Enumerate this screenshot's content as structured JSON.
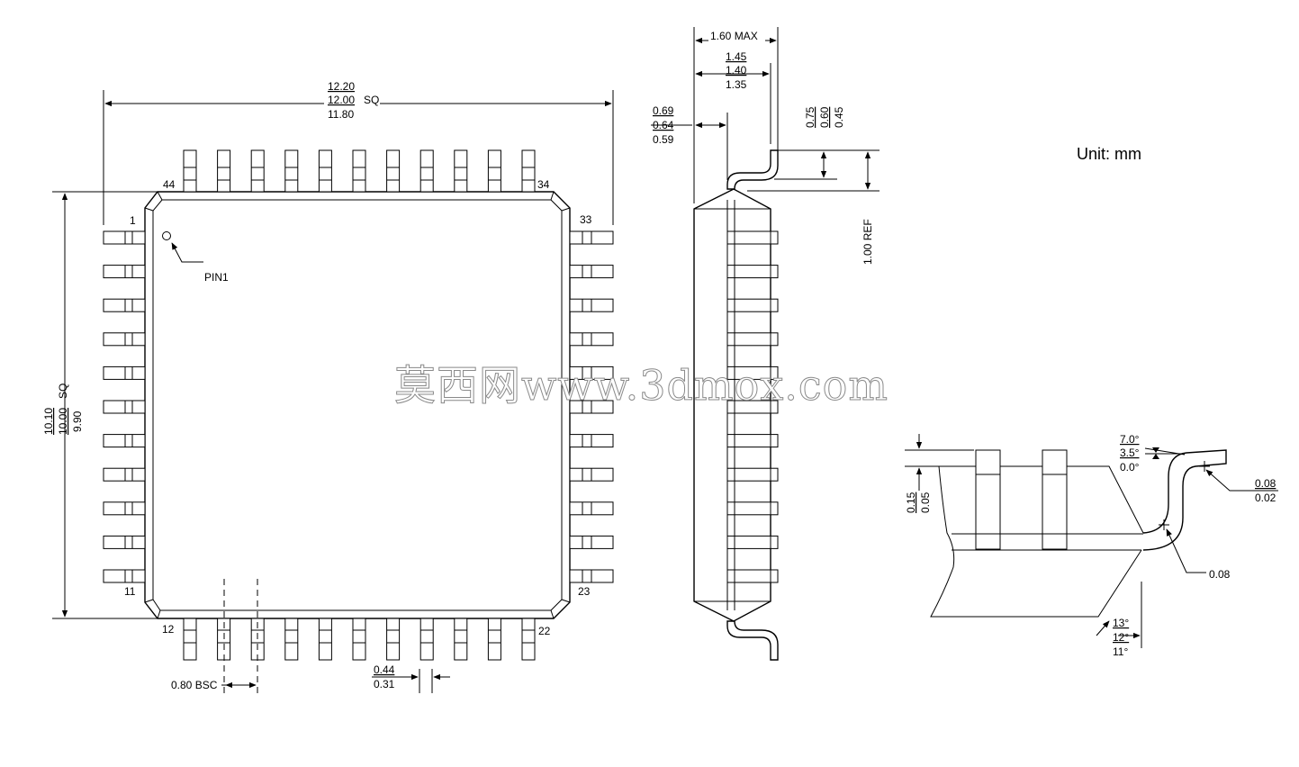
{
  "unit_label": "Unit: mm",
  "watermark": "莫西网www.3dmox.com",
  "top_view": {
    "pin_labels": {
      "p1": "1",
      "p11": "11",
      "p12": "12",
      "p22": "22",
      "p23": "23",
      "p33": "33",
      "p34": "34",
      "p44": "44"
    },
    "pin1_label": "PIN1",
    "body_width": {
      "max": "12.20",
      "nom": "12.00",
      "min": "11.80",
      "suffix": "SQ"
    },
    "body_height": {
      "max": "10.10",
      "nom": "10.00",
      "min": "9.90",
      "suffix": "SQ"
    },
    "pitch": "0.80 BSC",
    "lead_width": {
      "max": "0.44",
      "min": "0.31"
    }
  },
  "side_view": {
    "height_max": "1.60 MAX",
    "body_thickness": {
      "max": "1.45",
      "nom": "1.40",
      "min": "1.35"
    },
    "lead_offset": {
      "max": "0.69",
      "nom": "0.64",
      "min": "0.59"
    },
    "foot_length": {
      "max": "0.75",
      "nom": "0.60",
      "min": "0.45"
    },
    "lead_ref": "1.00 REF"
  },
  "detail_view": {
    "standoff": {
      "max": "0.15",
      "min": "0.05"
    },
    "lead_angle": {
      "max": "7.0°",
      "nom": "3.5°",
      "min": "0.0°"
    },
    "coplanarity": {
      "max": "0.08",
      "min": "0.02"
    },
    "radius": "0.08",
    "body_angle": {
      "max": "13°",
      "nom": "12°",
      "min": "11°"
    }
  }
}
